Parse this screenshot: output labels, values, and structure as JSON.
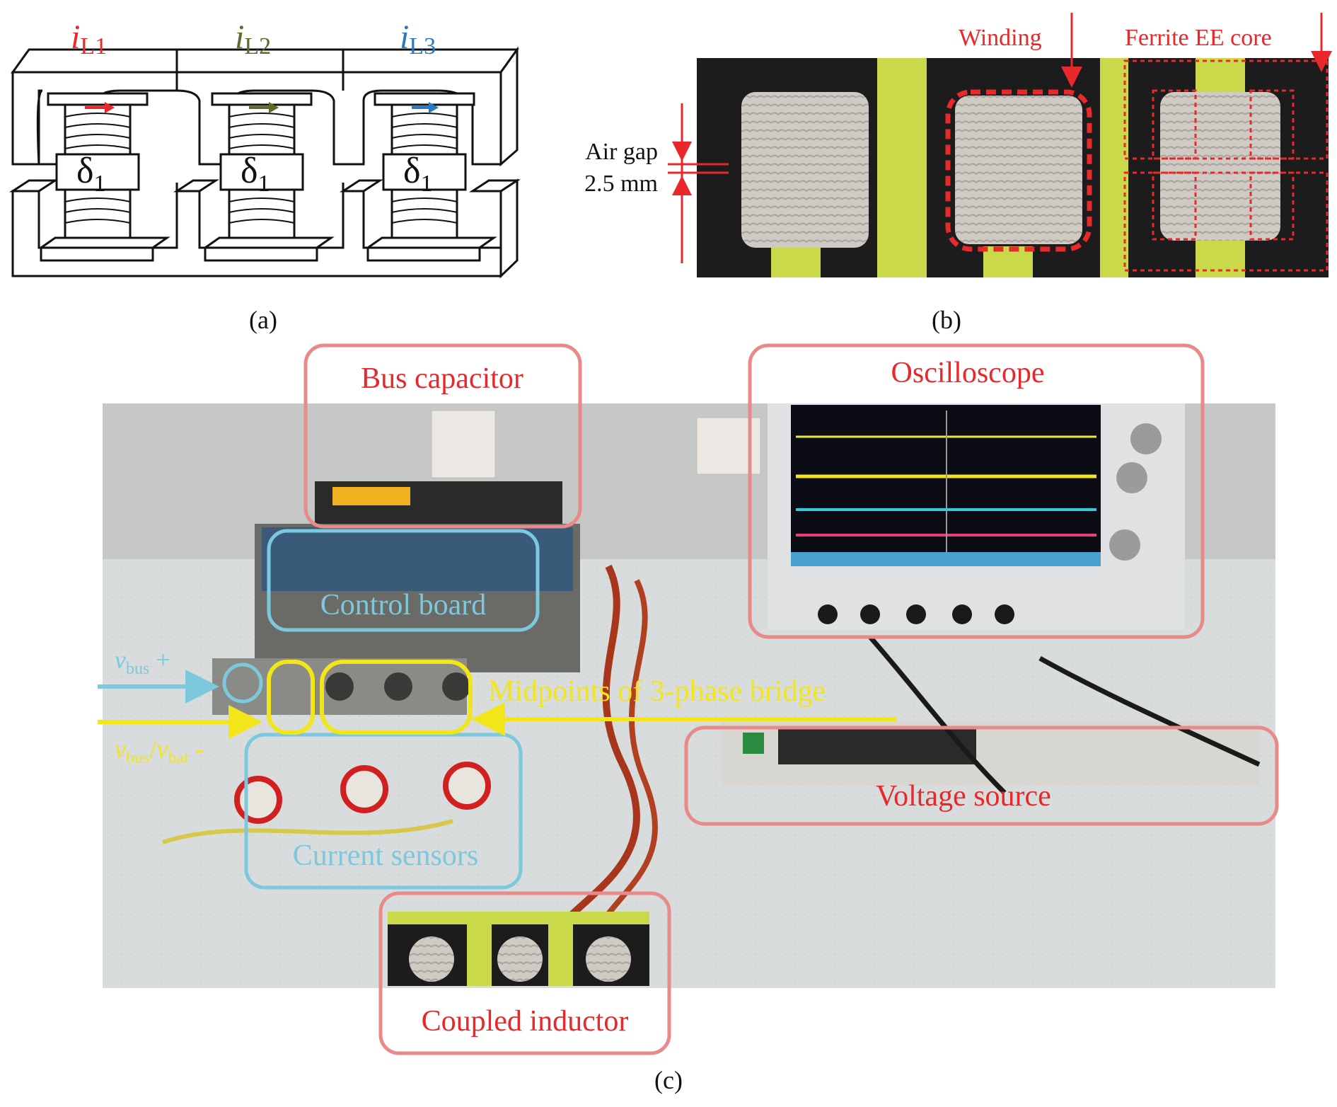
{
  "panel_a": {
    "currents": [
      {
        "symbol": "i",
        "sub": "L1",
        "color": "#e8282a"
      },
      {
        "symbol": "i",
        "sub": "L2",
        "color": "#5a6b2a"
      },
      {
        "symbol": "i",
        "sub": "L3",
        "color": "#2a78c0"
      }
    ],
    "gap_symbol": "δ",
    "gap_sub": "1",
    "caption": "(a)"
  },
  "panel_b": {
    "air_gap_label": "Air gap",
    "air_gap_value": "2.5 mm",
    "winding_label": "Winding",
    "core_label": "Ferrite EE core",
    "caption": "(b)"
  },
  "panel_c": {
    "labels": {
      "bus_capacitor": "Bus capacitor",
      "oscilloscope": "Oscilloscope",
      "control_board": "Control board",
      "midpoints": "Midpoints of 3-phase bridge",
      "voltage_source": "Voltage source",
      "current_sensors": "Current sensors",
      "coupled_inductor": "Coupled inductor",
      "vbus_plus": {
        "v": "v",
        "sub": "bus",
        "suffix": " +"
      },
      "vbus_vbat_minus": {
        "v1": "v",
        "sub1": "bus",
        "slash": "/",
        "v2": "v",
        "sub2": "bat",
        "suffix": " -"
      }
    },
    "caption": "(c)"
  },
  "colors": {
    "red": "#e8282a",
    "pink_box": "#e88a8a",
    "cyan": "#7cc8dc",
    "yellow": "#f2e61a",
    "green_label": "#5a6b2a",
    "blue_label": "#2a78c0"
  }
}
